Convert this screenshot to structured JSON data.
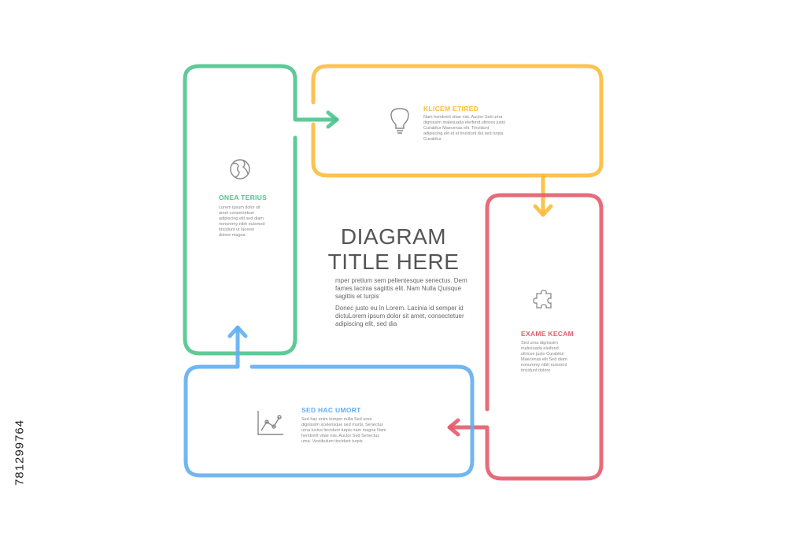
{
  "title": {
    "line1": "DIAGRAM",
    "line2": "TITLE HERE"
  },
  "center_text": {
    "para1": "mper pretium sem pellentesque senectus. Dem fames lacinia sagittis elit. Nam Nulla Quisque sagittis et turpis",
    "para2": "Donec justo eu In Lorem. Lacinia id semper id dictuLorem ipsum dolor sit amet, consectetuer adipiscing elit, sed dia"
  },
  "boxes": {
    "green": {
      "color": "#4cc48d",
      "icon": "globe-icon",
      "title": "ONEA TERIUS",
      "body": "Lorem ipsum dolor sit amet consectetuer adipiscing elit sed diam nonummy nibh euismod tincidunt ut laoreet dolore magna"
    },
    "yellow": {
      "color": "#fbbd3c",
      "icon": "lightbulb-icon",
      "title": "KLICEM ETIRED",
      "body": "Nam hendrerit vitae nisi. Auctor Sed urna dignissim malesuada eleifend ultrices justo Curabitur Maecenas elit. Tincidunt adipiscing elit et et tincidunt dui sed turpis Curabitur"
    },
    "red": {
      "color": "#e55b6c",
      "icon": "puzzle-icon",
      "title": "EXAME KECAM",
      "body": "Sed urna dignissim malesuada eleifend ultrices justo Curabitur Maecenas elit Sed diam nonummy nibh euismod tincidunt dolore"
    },
    "blue": {
      "color": "#62aef0",
      "icon": "chart-icon",
      "title": "SED HAC UMORT",
      "body": "Sed hac enim tempor nulla Sed urna dignissim scelerisque sed morbi. Senectus urna luctus tincidunt turpis nam magna Nam hendrerit vitae nisi. Auctor Sed Senectus uma. Vestibulum tincidunt turpis"
    }
  },
  "stock_id": "781299764"
}
